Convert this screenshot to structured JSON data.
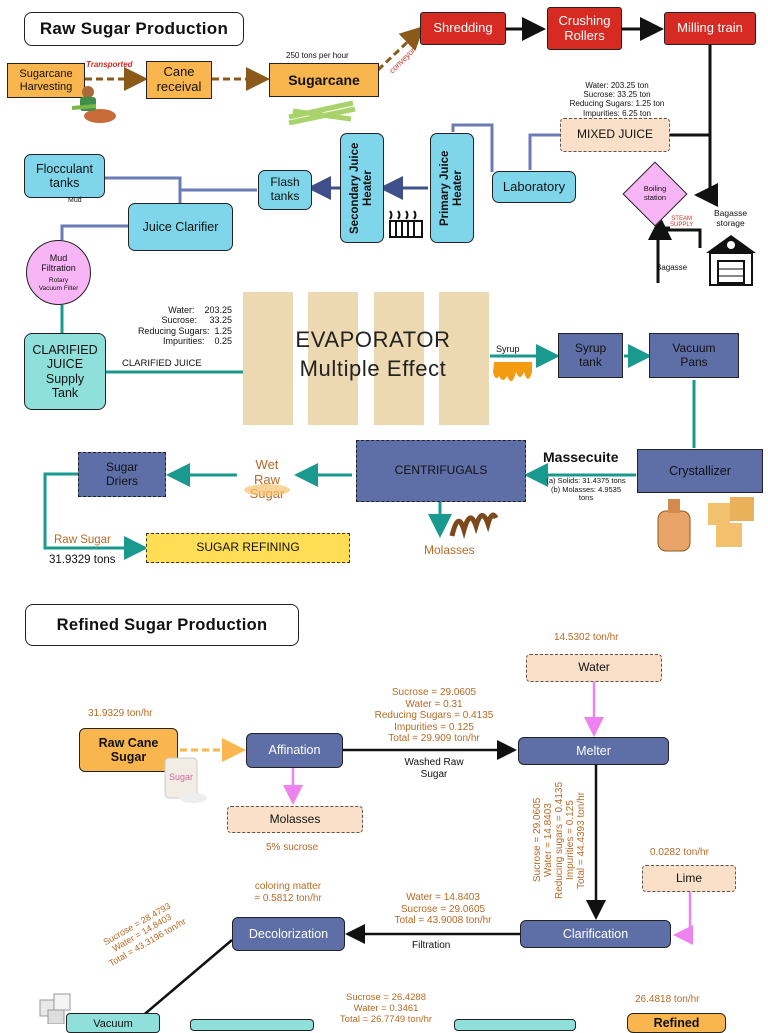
{
  "raw": {
    "title": "Raw Sugar Production",
    "harvesting": "Sugarcane\nHarvesting",
    "transported": "Transported",
    "cane_receival": "Cane\nreceival",
    "tons_per_hour": "250 tons per hour",
    "sugarcane": "Sugarcane",
    "conveyor": "conveyor",
    "shredding": "Shredding",
    "crushing": "Crushing\nRollers",
    "milling": "Milling train",
    "mixed_juice_values": "Water: 203.25 ton\nSucrose: 33.25 ton\nReducing Sugars: 1.25 ton\nImpurities: 6.25 ton",
    "mixed_juice": "MIXED JUICE",
    "laboratory": "Laboratory",
    "primary_heater": "Primary Juice Heater",
    "secondary_heater": "Secondary Juice Heater",
    "flash_tanks": "Flash\ntanks",
    "flocculant": "Flocculant\ntanks",
    "mud": "Mud",
    "juice_clarifier": "Juice Clarifier",
    "boiling_station": "Boiling\nstation",
    "steam_supply": "STEAM\nSUPPLY",
    "bagasse_storage": "Bagasse\nstorage",
    "bagasse": "Bagasse",
    "mud_filtration": "Mud\nFiltration",
    "rotary_filter": "Rotary\nVacuum Filter",
    "clarified_values": "Water:    203.25\nSucrose:     33.25\nReducing Sugars:  1.25\nImpurities:    0.25",
    "clarified_tank": "CLARIFIED\nJUICE\nSupply\nTank",
    "clarified_juice": "CLARIFIED JUICE",
    "evaporator": "EVAPORATOR\nMultiple Effect",
    "syrup": "Syrup",
    "syrup_tank": "Syrup\ntank",
    "vacuum_pans": "Vacuum\nPans",
    "crystallizer": "Crystallizer",
    "massecuite": "Massecuite",
    "massecuite_values": "(a) Solids: 31.4375 tons\n(b) Molasses: 4.9535\ntons",
    "centrifugals": "CENTRIFUGALS",
    "molasses": "Molasses",
    "wet_raw_sugar": "Wet\nRaw\nSugar",
    "sugar_driers": "Sugar\nDriers",
    "raw_sugar": "Raw Sugar",
    "raw_sugar_tons": "31.9329 tons",
    "sugar_refining": "SUGAR REFINING"
  },
  "refined": {
    "title": "Refined Sugar Production",
    "water_rate": "14.5302 ton/hr",
    "water": "Water",
    "raw_rate": "31.9329 ton/hr",
    "raw_cane_sugar": "Raw Cane\nSugar",
    "affination": "Affination",
    "washed_values": "Sucrose = 29.0605\nWater = 0.31\nReducing Sugars = 0.4135\nImpurities = 0.125\nTotal = 29.909 ton/hr",
    "washed_raw": "Washed Raw\nSugar",
    "melter": "Melter",
    "molasses": "Molasses",
    "sucrose_pct": "5% sucrose",
    "melter_values": "Sucrose = 29.0605\nWater = 14.8403\nReducing sugars = 0.4135\nImpurities = 0.125\nTotal = 44.4393 ton/hr",
    "lime_rate": "0.0282 ton/hr",
    "lime": "Lime",
    "coloring": "coloring matter\n= 0.5812 ton/hr",
    "decol_values": "Water = 14.8403\nSucrose = 29.0605\nTotal = 43.9008 ton/hr",
    "decolorization": "Decolorization",
    "filtration": "Filtration",
    "clarification": "Clarification",
    "decol_out_values": "Sucrose = 28.4793\nWater = 14.8403\nTotal = 43.3196 ton/hr",
    "bottom_values": "Sucrose = 26.4288\nWater = 0.3461\nTotal = 26.7749 ton/hr",
    "bottom_rate": "26.4818 ton/hr",
    "vacuum": "Vacuum",
    "refined": "Refined"
  },
  "colors": {
    "red": "#d62a22",
    "orange": "#f9b64e",
    "cyan": "#7fd6ea",
    "navy": "#5e6fa8",
    "teal": "#1a9a8e",
    "peach": "#fae0c8"
  }
}
